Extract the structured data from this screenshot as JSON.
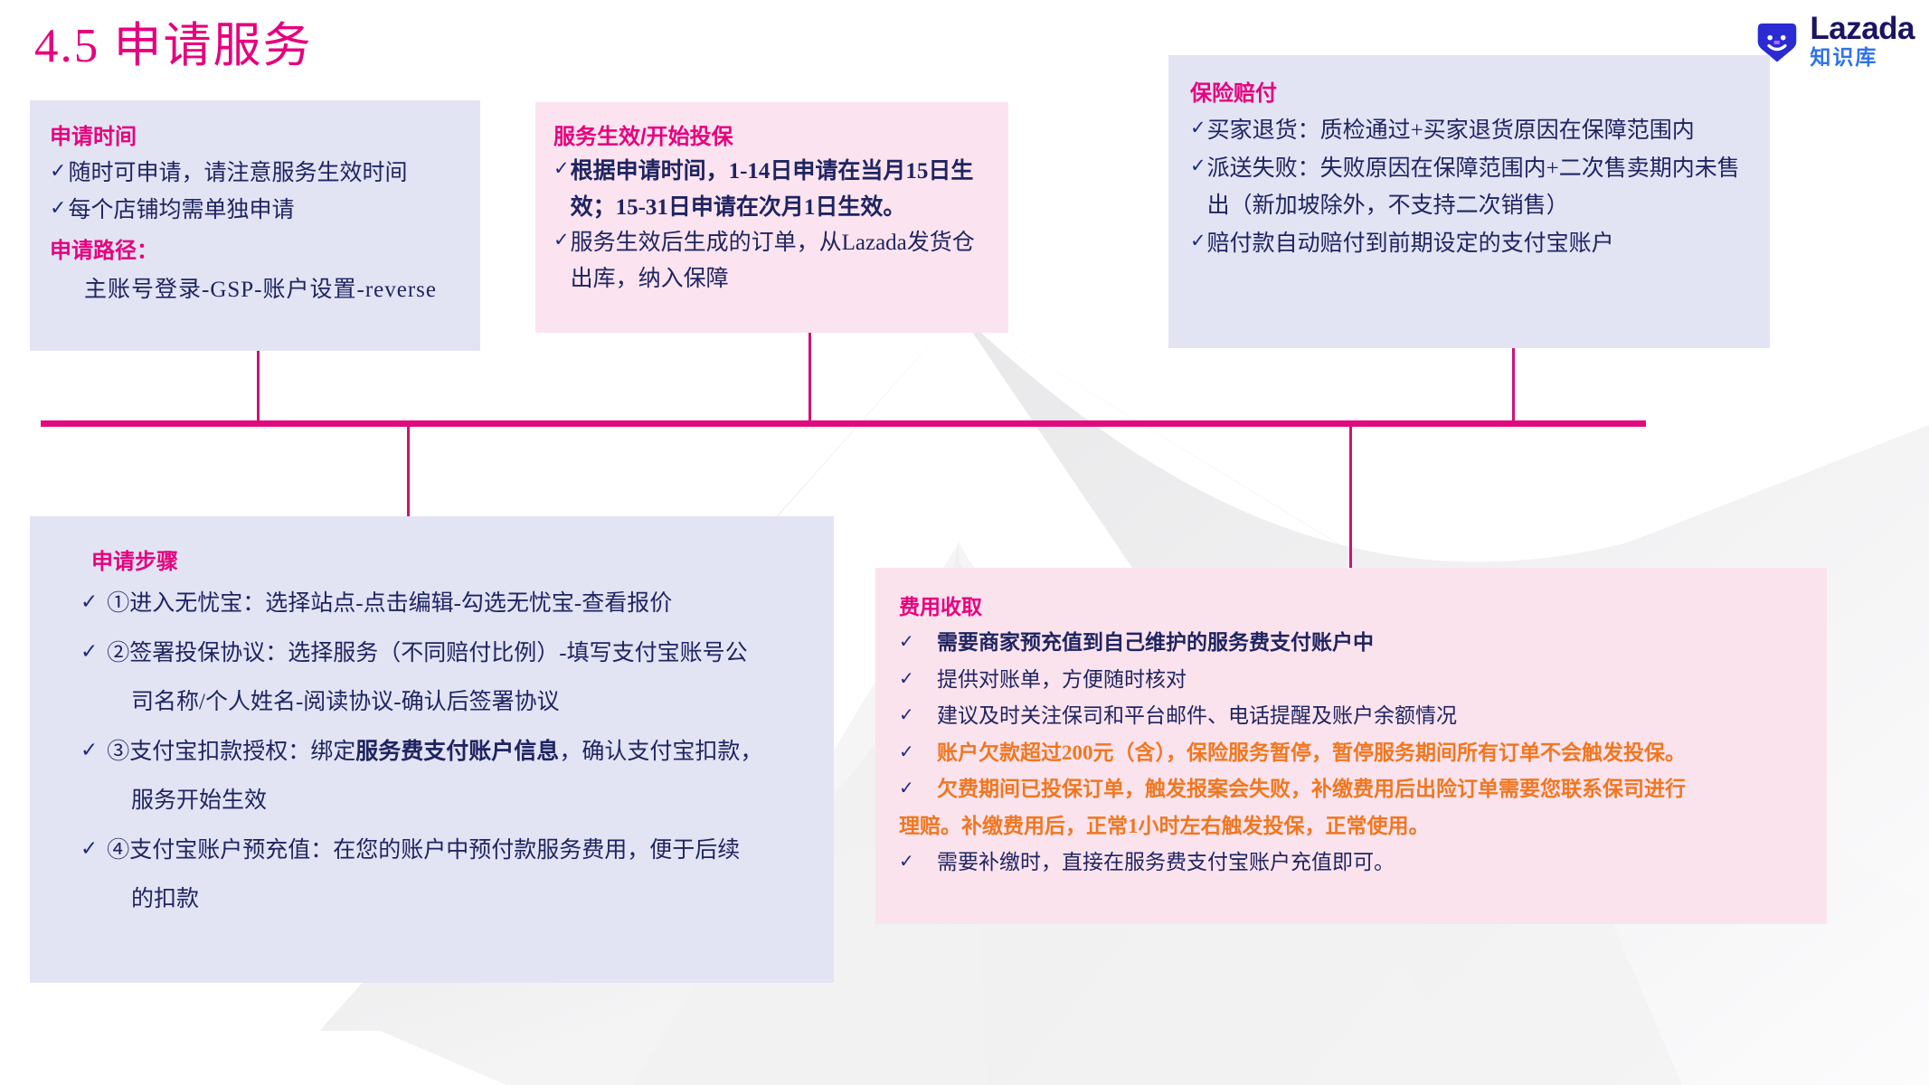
{
  "slide": {
    "title": "4.5 申请服务",
    "accent_pink": "#e6007e",
    "accent_line": "#e3097e",
    "card_blue_bg": "#e2e4f4",
    "card_pink_bg": "#fbe4ef",
    "body_text_color": "#1f2461",
    "warn_color": "#f07721",
    "tick_glyph": "✓"
  },
  "logo": {
    "wordmark": "Lazada",
    "sub": "知识库",
    "mark_color": "#2b2bd4",
    "word_color": "#1b1464",
    "sub_color": "#2f72e8"
  },
  "cards": {
    "apply_time": {
      "title": "申请时间",
      "bullets": [
        "随时可申请，请注意服务生效时间",
        "每个店铺均需单独申请"
      ],
      "path_label": "申请路径：",
      "path_value": "主账号登录-GSP-账户设置-reverse"
    },
    "effective": {
      "title": "服务生效/开始投保",
      "bullets": [
        "根据申请时间，1-14日申请在当月15日生效；15-31日申请在次月1日生效。",
        "服务生效后生成的订单，从Lazada发货仓出库，纳入保障"
      ]
    },
    "claim": {
      "title": "保险赔付",
      "bullets": [
        "买家退货：质检通过+买家退货原因在保障范围内",
        "派送失败：失败原因在保障范围内+二次售卖期内未售出（新加坡除外，不支持二次销售）",
        "赔付款自动赔付到前期设定的支付宝账户"
      ]
    },
    "steps": {
      "title": "申请步骤",
      "items": [
        {
          "lead": "①进入无忧宝：选择站点-点击编辑-勾选无忧宝-查看报价",
          "cont": ""
        },
        {
          "lead": "②签署投保协议：选择服务（不同赔付比例）-填写支付宝账号公",
          "cont": "司名称/个人姓名-阅读协议-确认后签署协议"
        },
        {
          "lead_a": "③支付宝扣款授权：绑定",
          "lead_b": "服务费支付账户信息",
          "lead_c": "，确认支付宝扣款，",
          "cont": "服务开始生效"
        },
        {
          "lead": "④支付宝账户预充值：在您的账户中预付款服务费用，便于后续",
          "cont": "的扣款"
        }
      ]
    },
    "fees": {
      "title": "费用收取",
      "items": [
        {
          "text": "需要商家预充值到自己维护的服务费支付账户中",
          "style": "bold"
        },
        {
          "text": "提供对账单，方便随时核对",
          "style": "normal"
        },
        {
          "text": "建议及时关注保司和平台邮件、电话提醒及账户余额情况",
          "style": "normal"
        },
        {
          "text": "账户欠款超过200元（含），保险服务暂停，暂停服务期间所有订单不会触发投保。",
          "style": "warn"
        },
        {
          "text": "欠费期间已投保订单，触发报案会失败，补缴费用后出险订单需要您联系保司进行",
          "style": "warn"
        }
      ],
      "warn_continuation": "理赔。补缴费用后，正常1小时左右触发投保，正常使用。",
      "last_item": "需要补缴时，直接在服务费支付宝账户充值即可。"
    }
  }
}
